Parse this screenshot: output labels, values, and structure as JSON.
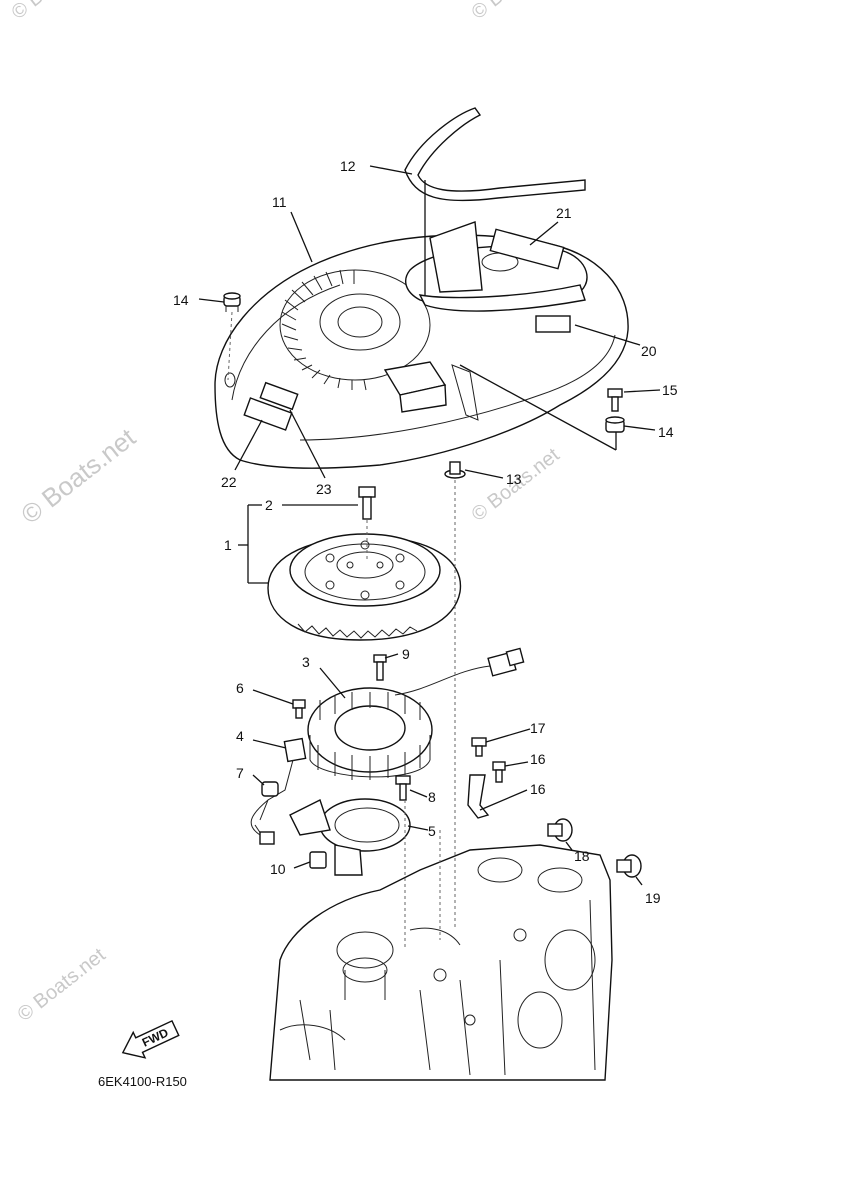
{
  "watermarks": {
    "main": "© Boats.net",
    "small": "© Boats.net"
  },
  "diagram_code": "6EK4100-R150",
  "fwd_label": "FWD",
  "callouts": [
    {
      "id": "1",
      "text": "1"
    },
    {
      "id": "2",
      "text": "2"
    },
    {
      "id": "3",
      "text": "3"
    },
    {
      "id": "4",
      "text": "4"
    },
    {
      "id": "5",
      "text": "5"
    },
    {
      "id": "6",
      "text": "6"
    },
    {
      "id": "7",
      "text": "7"
    },
    {
      "id": "8",
      "text": "8"
    },
    {
      "id": "9",
      "text": "9"
    },
    {
      "id": "10",
      "text": "10"
    },
    {
      "id": "11",
      "text": "11"
    },
    {
      "id": "12",
      "text": "12"
    },
    {
      "id": "13",
      "text": "13"
    },
    {
      "id": "14a",
      "text": "14"
    },
    {
      "id": "14b",
      "text": "14"
    },
    {
      "id": "15",
      "text": "15"
    },
    {
      "id": "16a",
      "text": "16"
    },
    {
      "id": "16b",
      "text": "16"
    },
    {
      "id": "17",
      "text": "17"
    },
    {
      "id": "18",
      "text": "18"
    },
    {
      "id": "19",
      "text": "19"
    },
    {
      "id": "20",
      "text": "20"
    },
    {
      "id": "21",
      "text": "21"
    },
    {
      "id": "22",
      "text": "22"
    },
    {
      "id": "23",
      "text": "23"
    }
  ]
}
